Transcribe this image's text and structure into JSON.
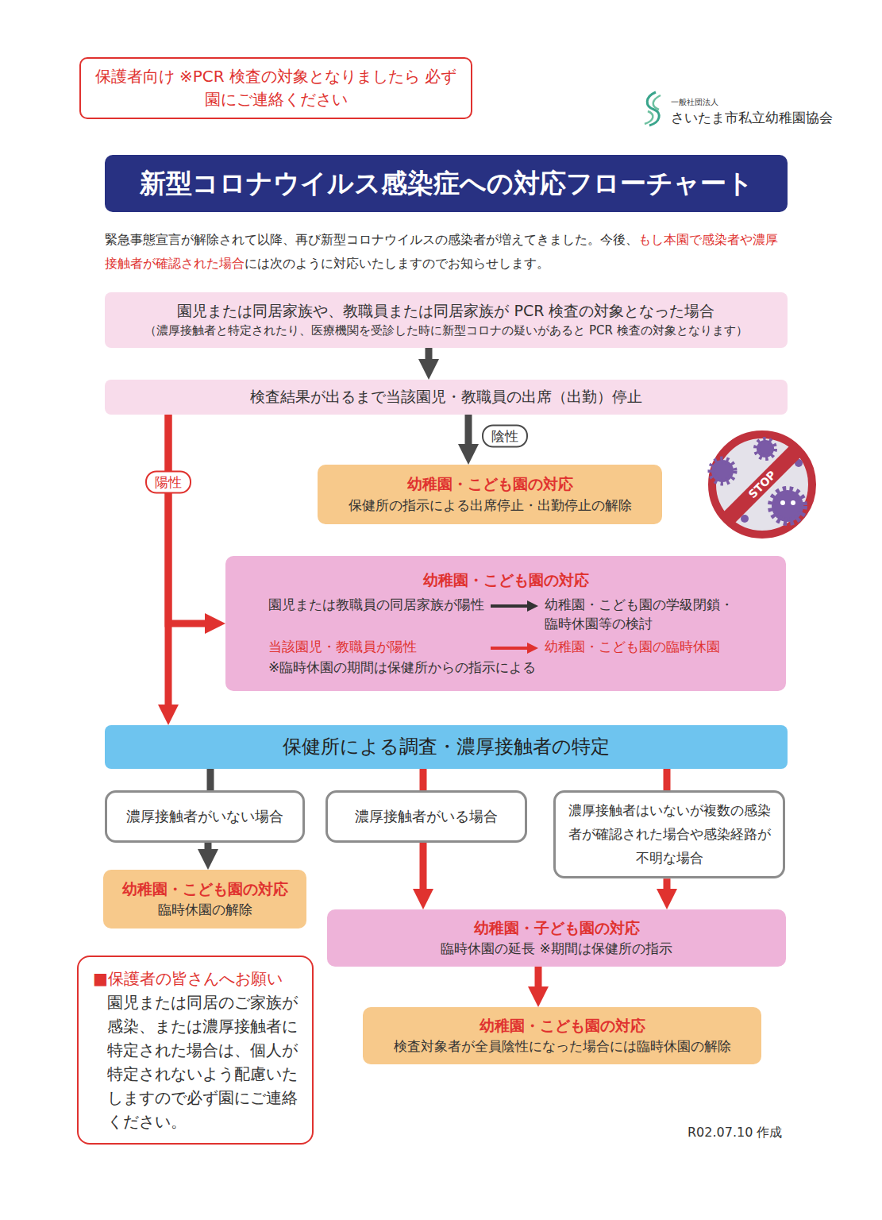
{
  "diagram": {
    "title": "新型コロナウイルス感染症への対応フローチャート",
    "nodes": [
      {
        "text": [
          "保護者向け ※PCR 検査の対象となりましたら 必ず園にご連絡ください"
        ]
      },
      {
        "text": [
          "園児または同居家族や、教職員または同居家族が PCR 検査の対象となった場合",
          "（濃厚接触者と特定されたり、医療機関を受診した時に新型コロナの疑いがあると PCR 検査の対象となります）"
        ]
      },
      {
        "text": [
          "検査結果が出るまで当該園児・教職員の出席（出勤）停止"
        ]
      },
      {
        "text": [
          "幼稚園・こども園の対応",
          "保健所の指示による出席停止・出勤停止の解除"
        ]
      },
      {
        "text": [
          "幼稚園・こども園の対応",
          "園児または教職員の同居家族が陽性",
          "幼稚園・こども園の学級閉鎖・臨時休園等の検討",
          "当該園児・教職員が陽性",
          "幼稚園・こども園の臨時休園",
          "※臨時休園の期間は保健所からの指示による"
        ]
      },
      {
        "text": [
          "保健所による調査・濃厚接触者の特定"
        ]
      },
      {
        "text": [
          "濃厚接触者がいない場合"
        ]
      },
      {
        "text": [
          "濃厚接触者がいる場合"
        ]
      },
      {
        "text": [
          "濃厚接触者はいないが複数の感染者が確認された場合や感染経路が不明な場合"
        ]
      },
      {
        "text": [
          "幼稚園・こども園の対応",
          "臨時休園の解除"
        ]
      },
      {
        "text": [
          "幼稚園・子ども園の対応",
          "臨時休園の延長 ※期間は保健所の指示"
        ]
      },
      {
        "text": [
          "幼稚園・こども園の対応",
          "検査対象者が全員陰性になった場合には臨時休園の解除"
        ]
      },
      {
        "text": [
          "■保護者の皆さんへお願い",
          "園児または同居のご家族が感染、または濃厚接触者に特定された場合は、個人が特定されないよう配慮いたしますので必ず園にご連絡ください。"
        ]
      }
    ],
    "edges": [
      {
        "from": 1,
        "to": 2,
        "arrow": "to"
      },
      {
        "from": 2,
        "to": 3,
        "label": "陰性",
        "arrow": "to"
      },
      {
        "from": 2,
        "to": 4,
        "label": "陽性",
        "arrow": "to"
      },
      {
        "from": 2,
        "to": 5,
        "arrow": "to"
      },
      {
        "from": 5,
        "to": 6,
        "arrow": "none"
      },
      {
        "from": 5,
        "to": 7,
        "arrow": "none"
      },
      {
        "from": 5,
        "to": 8,
        "arrow": "none"
      },
      {
        "from": 6,
        "to": 9,
        "arrow": "to"
      },
      {
        "from": 7,
        "to": 10,
        "arrow": "to"
      },
      {
        "from": 8,
        "to": 10,
        "arrow": "to"
      },
      {
        "from": 10,
        "to": 11,
        "arrow": "to"
      }
    ],
    "labels": [
      "一般社団法人",
      "さいたま市私立幼稚園協会",
      "緊急事態宣言が解除されて以降、再び新型コロナウイルスの感染者が増えてきました。今後、",
      "もし本園で感染者や濃厚接触者が確認された場合",
      "には次のように対応いたしますのでお知らせします。",
      "STOP",
      "R02.07.10 作成"
    ]
  }
}
